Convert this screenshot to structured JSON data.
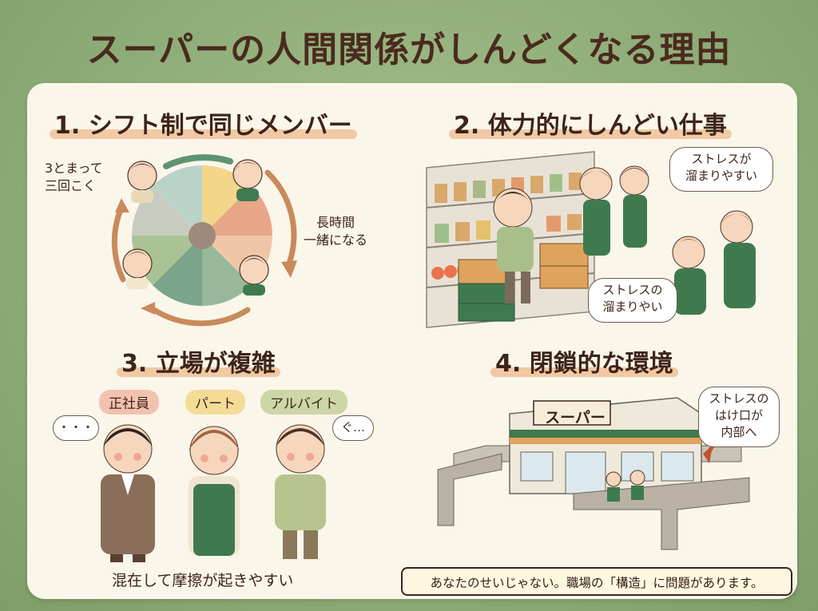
{
  "title": "スーパーの人間関係がしんどくなる理由",
  "sections": {
    "s1": {
      "heading": "1. シフト制で同じメンバー",
      "label_left": "3とまって\n三回こく",
      "label_right": "長時間\n一緒になる"
    },
    "s2": {
      "heading": "2. 体力的にしんどい仕事",
      "bubble_top": "ストレスが\n溜まりやすい",
      "bubble_bottom": "ストレスの\n溜まりやい"
    },
    "s3": {
      "heading": "3. 立場が複雑",
      "roles": [
        "正社員",
        "パート",
        "アルバイト"
      ],
      "thought_left": "・・・",
      "thought_right": "ぐ…",
      "caption": "混在して摩擦が起きやすい"
    },
    "s4": {
      "heading": "4. 閉鎖的な環境",
      "store_sign": "スーパー",
      "bubble": "ストレスの\nはけ口が\n内部へ"
    }
  },
  "footer_note": "あなたのせいじゃない。職場の「構造」に問題があります。",
  "colors": {
    "background": "#8fb07a",
    "card": "#fbf6ea",
    "heading_highlight": "#f1c9a4",
    "apron_green": "#3f7a4e",
    "arrow": "#c98a5c"
  },
  "icons": [
    "shift-wheel",
    "person-icon",
    "cycle-arrow-icon",
    "shelf-illustration",
    "crate-icon",
    "store-building-icon",
    "wall-icon",
    "thought-bubble-icon"
  ]
}
